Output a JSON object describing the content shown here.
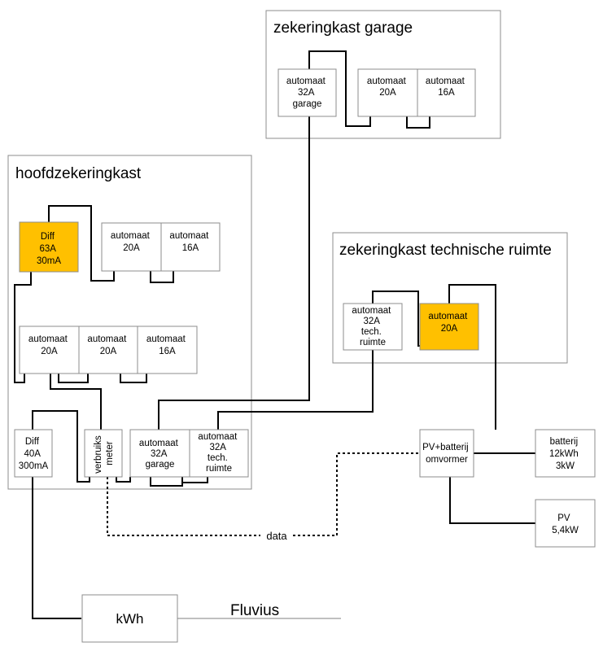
{
  "cabinets": {
    "garage": {
      "title": "zekeringkast garage"
    },
    "main": {
      "title": "hoofdzekeringkast"
    },
    "tech": {
      "title": "zekeringkast technische ruimte"
    }
  },
  "breakers": {
    "garage_main": [
      "automaat",
      "32A",
      "garage"
    ],
    "garage_20a": [
      "automaat",
      "20A"
    ],
    "garage_16a": [
      "automaat",
      "16A"
    ],
    "diff_63": [
      "Diff",
      "63A",
      "30mA"
    ],
    "main_top_20a": [
      "automaat",
      "20A"
    ],
    "main_top_16a": [
      "automaat",
      "16A"
    ],
    "main_mid_20a_1": [
      "automaat",
      "20A"
    ],
    "main_mid_20a_2": [
      "automaat",
      "20A"
    ],
    "main_mid_16a": [
      "automaat",
      "16A"
    ],
    "diff_40": [
      "Diff",
      "40A",
      "300mA"
    ],
    "meter": [
      "verbruiks",
      "meter"
    ],
    "main_32a_garage": [
      "automaat",
      "32A",
      "garage"
    ],
    "main_32a_tech": [
      "automaat",
      "32A",
      "tech.",
      "ruimte"
    ],
    "tech_main": [
      "automaat",
      "32A",
      "tech.",
      "ruimte"
    ],
    "tech_20a": [
      "automaat",
      "20A"
    ]
  },
  "devices": {
    "inverter": [
      "PV+batterij",
      "omvormer"
    ],
    "battery": [
      "batterij",
      "12kWh",
      "3kW"
    ],
    "pv": [
      "PV",
      "5,4kW"
    ],
    "kwh": "kWh",
    "grid": "Fluvius",
    "data_link": "data"
  },
  "colors": {
    "highlight": "#ffc000",
    "border": "#8c8c8c",
    "wire": "#000000"
  }
}
